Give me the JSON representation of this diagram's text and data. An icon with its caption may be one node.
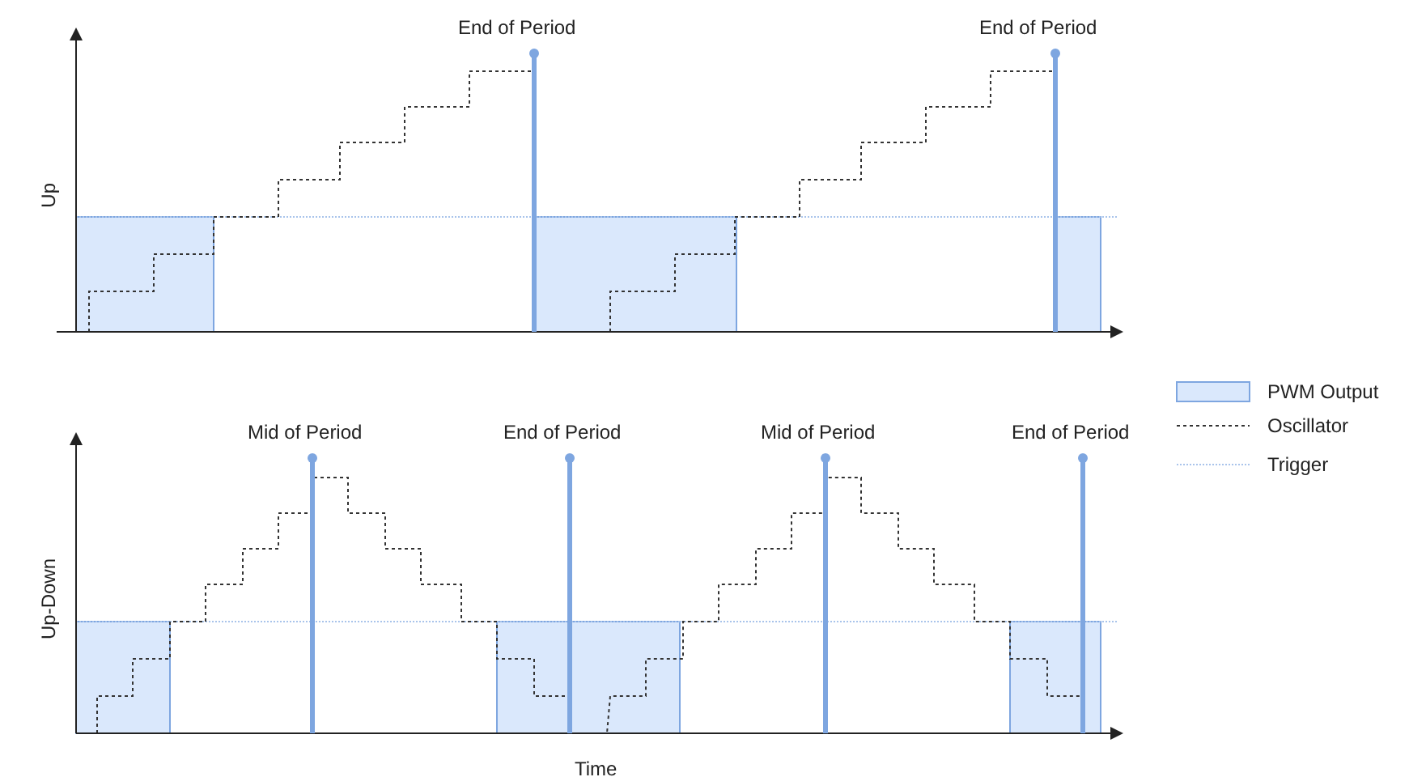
{
  "diagram": {
    "labels": [
      "End of Period",
      "End of Period",
      "Up",
      "Mid of Period",
      "End of Period",
      "Mid of Period",
      "End of Period",
      "Up-Down",
      "Time"
    ],
    "legend": [
      {
        "text": "PWM Output",
        "color": "#dae8fc"
      },
      {
        "text": "Oscillator"
      },
      {
        "text": "Trigger"
      }
    ]
  }
}
